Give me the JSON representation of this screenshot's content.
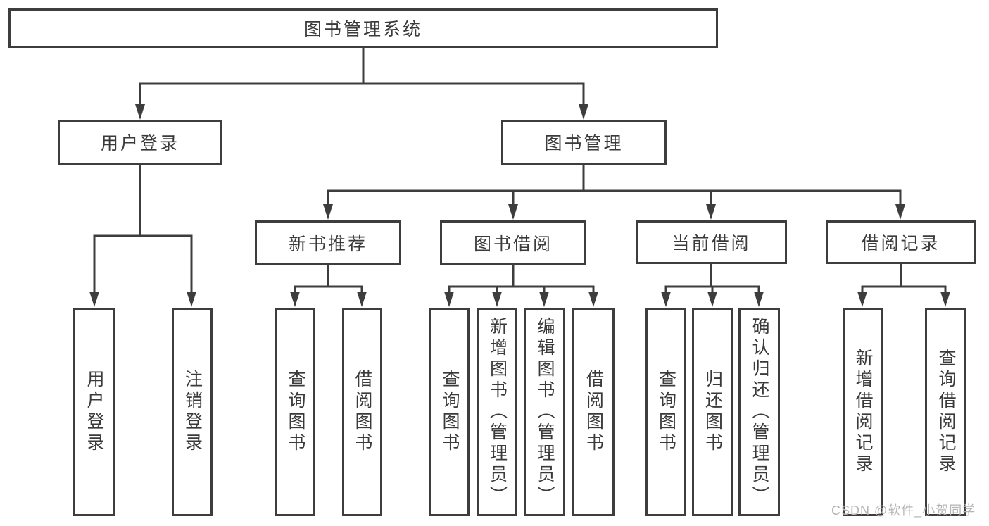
{
  "hierarchy": {
    "label": "图书管理系统",
    "children": [
      {
        "label": "用户登录",
        "children": [
          {
            "label": "用户登录"
          },
          {
            "label": "注销登录"
          }
        ]
      },
      {
        "label": "图书管理",
        "children": [
          {
            "label": "新书推荐",
            "children": [
              {
                "label": "查询图书"
              },
              {
                "label": "借阅图书"
              }
            ]
          },
          {
            "label": "图书借阅",
            "children": [
              {
                "label": "查询图书"
              },
              {
                "label": "新增图书（管理员）"
              },
              {
                "label": "编辑图书（管理员）"
              },
              {
                "label": "借阅图书"
              }
            ]
          },
          {
            "label": "当前借阅",
            "children": [
              {
                "label": "查询图书"
              },
              {
                "label": "归还图书"
              },
              {
                "label": "确认归还（管理员）"
              }
            ]
          },
          {
            "label": "借阅记录",
            "children": [
              {
                "label": "新增借阅记录"
              },
              {
                "label": "查询借阅记录"
              }
            ]
          }
        ]
      }
    ]
  },
  "watermark": {
    "text": "CSDN @软件_小贺同学"
  },
  "colors": {
    "line": "#3d3d3d",
    "text": "#3a3a3a",
    "background": "#ffffff",
    "watermark": "#b5b5b5"
  }
}
